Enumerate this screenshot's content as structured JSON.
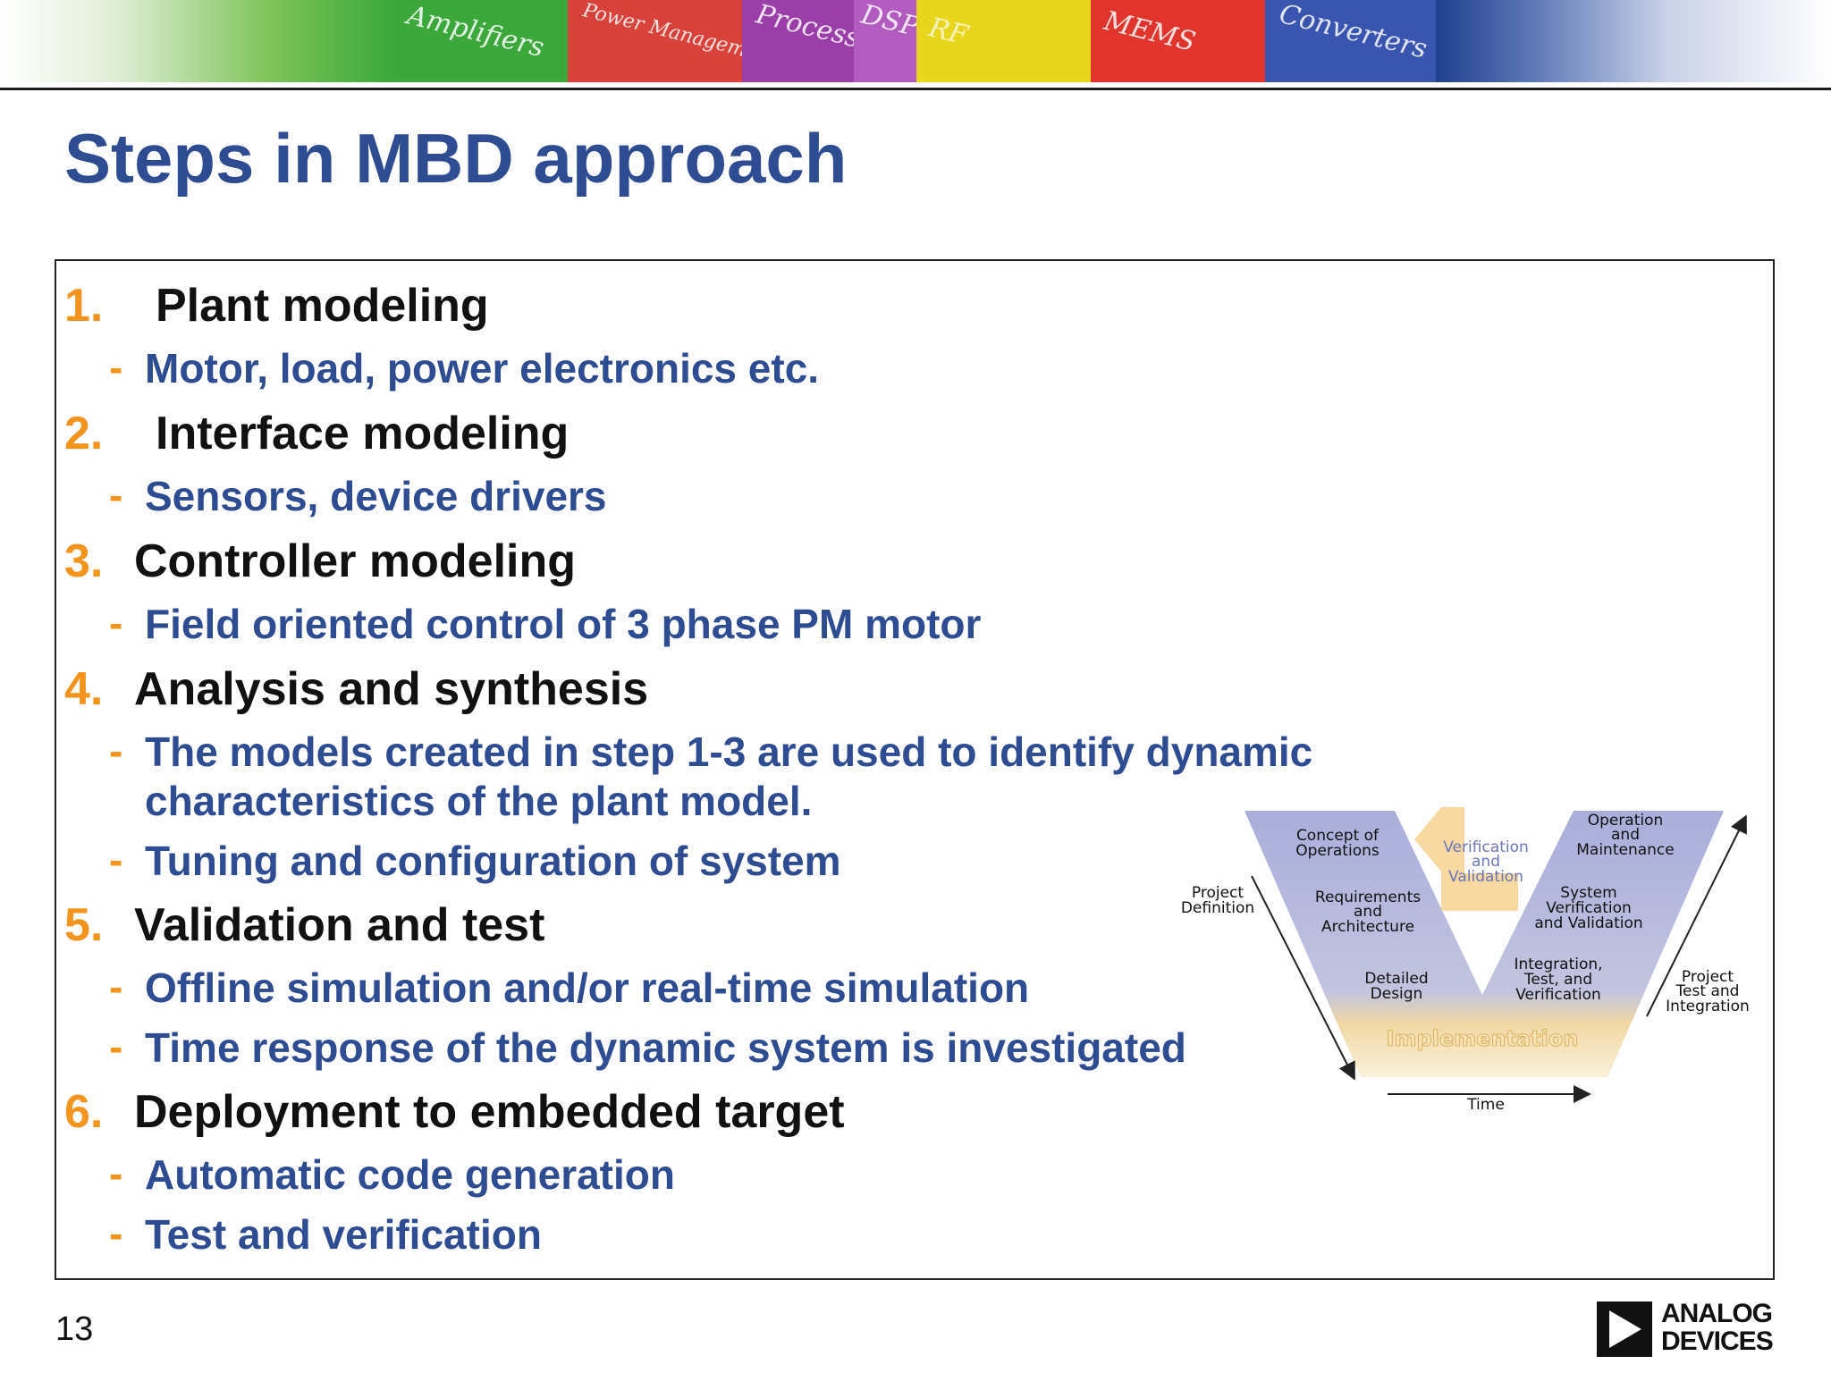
{
  "banner": {
    "tiles": [
      "Amplifiers",
      "Power Management",
      "Processors",
      "DSP",
      "RF",
      "MEMS",
      "Converters"
    ]
  },
  "slide": {
    "title": "Steps in MBD approach",
    "page_number": "13"
  },
  "steps": [
    {
      "number": "1.",
      "title": "Plant modeling",
      "subs": [
        "Motor, load, power electronics etc."
      ]
    },
    {
      "number": "2.",
      "title": "Interface modeling",
      "subs": [
        "Sensors, device drivers"
      ]
    },
    {
      "number": "3.",
      "title": "Controller modeling",
      "subs": [
        "Field oriented control of 3 phase PM motor"
      ]
    },
    {
      "number": "4.",
      "title": "Analysis and synthesis",
      "subs": [
        "The models created in step 1-3 are used to identify dynamic",
        "characteristics of the plant model.",
        "Tuning and configuration of system"
      ]
    },
    {
      "number": "5.",
      "title": "Validation and test",
      "subs": [
        "Offline simulation and/or real-time simulation",
        "Time response of the dynamic system is investigated"
      ]
    },
    {
      "number": "6.",
      "title": "Deployment to embedded target",
      "subs": [
        "Automatic code generation",
        "Test and verification"
      ]
    }
  ],
  "sub_bullet": "-",
  "v_model": {
    "concept": [
      "Concept of",
      "Operations"
    ],
    "requirements": [
      "Requirements",
      "and",
      "Architecture"
    ],
    "detailed_design": [
      "Detailed",
      "Design"
    ],
    "implementation": "Implementation",
    "integration": [
      "Integration,",
      "Test, and",
      "Verification"
    ],
    "system_verification": [
      "System",
      "Verification",
      "and Validation"
    ],
    "operation": [
      "Operation",
      "and",
      "Maintenance"
    ],
    "verification_validation": [
      "Verification",
      "and",
      "Validation"
    ],
    "project_definition": [
      "Project",
      "Definition"
    ],
    "project_test": [
      "Project",
      "Test and",
      "Integration"
    ],
    "time": "Time"
  },
  "logo": {
    "line1": "ANALOG",
    "line2": "DEVICES"
  },
  "colors": {
    "title": "#2e4c92",
    "number": "#f3941e",
    "sub": "#2e4c92",
    "v_fill": "#b3b7dc",
    "v_bottom": "#f3dca6"
  }
}
